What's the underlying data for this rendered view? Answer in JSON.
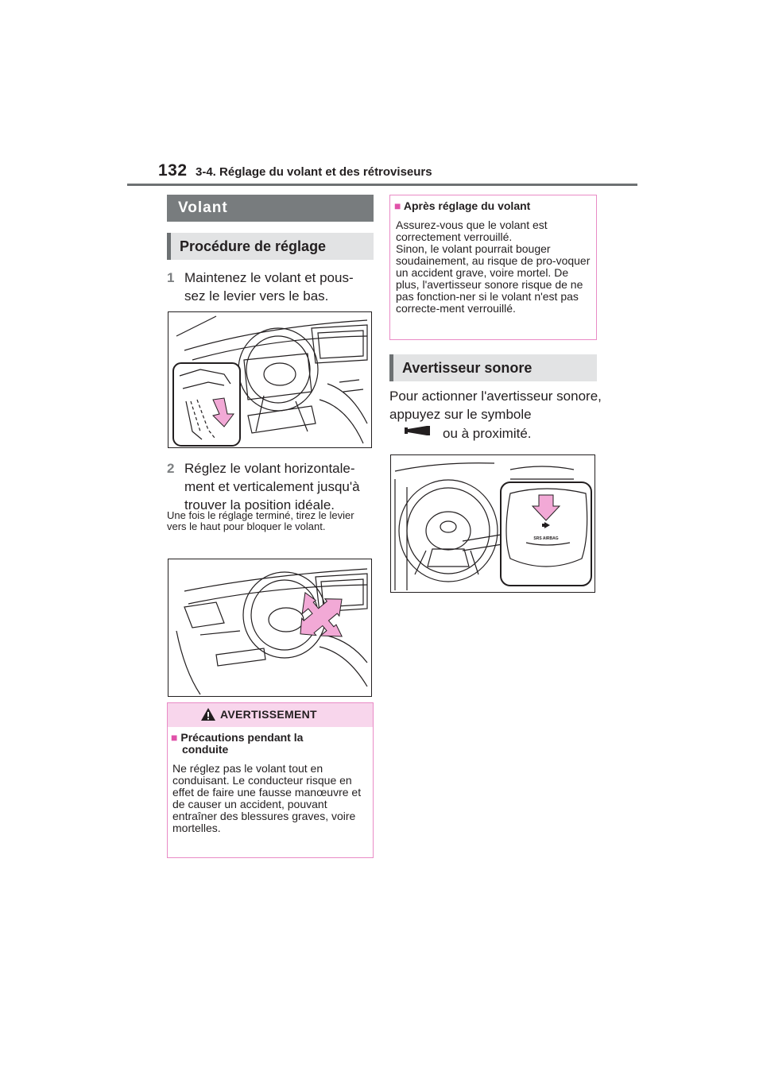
{
  "header": {
    "page_number": "132",
    "section_title": "3-4. Réglage du volant et des rétroviseurs"
  },
  "left": {
    "main_title": "Volant",
    "subheading": "Procédure de réglage",
    "step1": {
      "number": "1",
      "text": "Maintenez le volant et pous-sez le levier vers le bas."
    },
    "step2": {
      "number": "2",
      "text": "Réglez le volant horizontale-ment et verticalement jusqu'à trouver la position idéale."
    },
    "note": "Une fois le réglage terminé, tirez le levier vers le haut pour bloquer le volant.",
    "warning": {
      "label": "AVERTISSEMENT",
      "bullet": "■",
      "subtitle_line1": "Précautions pendant la",
      "subtitle_line2": "conduite",
      "body": "Ne réglez pas le volant tout en conduisant. Le conducteur risque en effet de faire une fausse manœuvre et de causer un accident, pouvant entraîner des blessures graves, voire mortelles."
    }
  },
  "right": {
    "info": {
      "bullet": "■",
      "subtitle": "Après réglage du volant",
      "body_line1": "Assurez-vous que le volant est correctement verrouillé.",
      "body_line2": "Sinon, le volant pourrait bouger soudainement, au risque de pro-voquer un accident grave, voire mortel. De plus, l'avertisseur sonore risque de ne pas fonction-ner si le volant n'est pas correcte-ment verrouillé."
    },
    "subheading": "Avertisseur sonore",
    "horn_text": "Pour actionner l'avertisseur sonore, appuyez sur le symbole",
    "horn_text_tail": "ou à proximité.",
    "airbag_label": "SRS AIRBAG"
  },
  "colors": {
    "pink_border": "#e98bc6",
    "pink_fill": "#f8d6ec",
    "arrow_pink": "#f2a9d6",
    "gray_bar": "#787c7e"
  }
}
